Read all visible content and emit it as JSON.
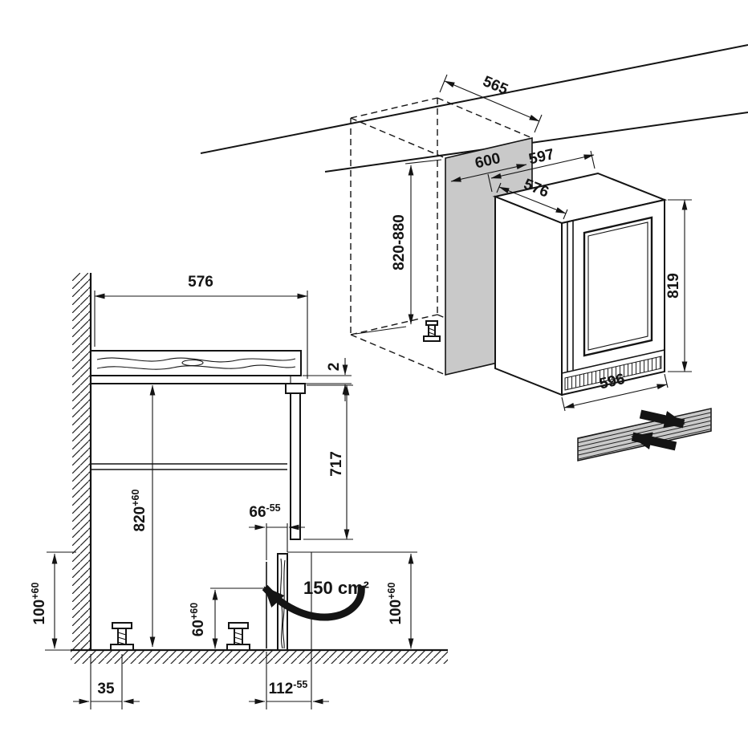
{
  "diagram": {
    "type": "built-under appliance installation drawing",
    "iso": {
      "niche_depth": "565",
      "niche_width": "600",
      "niche_height": "820-880",
      "appliance_width": "597",
      "appliance_depth": "576",
      "appliance_height": "819",
      "appliance_front_width": "596"
    },
    "section": {
      "worktop_depth": "576",
      "top_gap": "2",
      "door_height": "717",
      "niche_height": "820",
      "niche_height_tol": "+60",
      "recess_gap": "66",
      "recess_gap_tol": "-55",
      "left_base_height": "100",
      "left_base_height_tol": "+60",
      "vent_gap": "60",
      "vent_gap_tol": "+60",
      "vent_area": "150 cm²",
      "right_base_height": "100",
      "right_base_height_tol": "+60",
      "wall_offset": "35",
      "plinth_recess": "112",
      "plinth_recess_tol": "-55"
    }
  }
}
